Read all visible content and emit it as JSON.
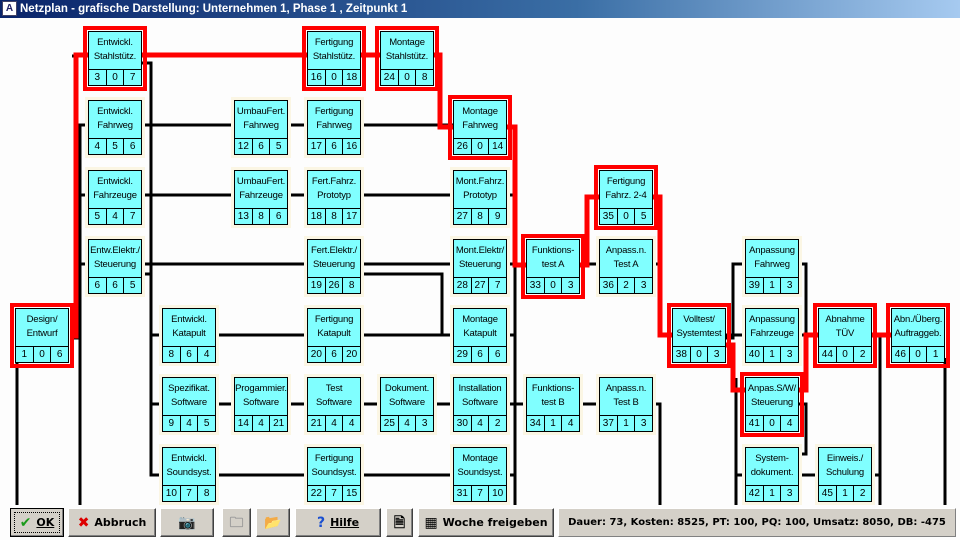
{
  "window": {
    "title": "Netzplan - grafische Darstellung: Unternehmen 1, Phase 1 , Zeitpunkt 1"
  },
  "nodes": [
    {
      "l1": "Entwickl.",
      "l2": "Stahlstütz.",
      "n": [
        3,
        0,
        7
      ],
      "critical": true
    },
    {
      "l1": "Fertigung",
      "l2": "Stahlstütz.",
      "n": [
        16,
        0,
        18
      ],
      "critical": true
    },
    {
      "l1": "Montage",
      "l2": "Stahlstütz.",
      "n": [
        24,
        0,
        8
      ],
      "critical": true
    },
    {
      "l1": "Entwickl.",
      "l2": "Fahrweg",
      "n": [
        4,
        5,
        6
      ],
      "critical": false
    },
    {
      "l1": "UmbauFert.",
      "l2": "Fahrweg",
      "n": [
        12,
        6,
        5
      ],
      "critical": false
    },
    {
      "l1": "Fertigung",
      "l2": "Fahrweg",
      "n": [
        17,
        6,
        16
      ],
      "critical": false
    },
    {
      "l1": "Montage",
      "l2": "Fahrweg",
      "n": [
        26,
        0,
        14
      ],
      "critical": true
    },
    {
      "l1": "Entwickl.",
      "l2": "Fahrzeuge",
      "n": [
        5,
        4,
        7
      ],
      "critical": false
    },
    {
      "l1": "UmbauFert.",
      "l2": "Fahrzeuge",
      "n": [
        13,
        8,
        6
      ],
      "critical": false
    },
    {
      "l1": "Fert.Fahrz.",
      "l2": "Prototyp",
      "n": [
        18,
        8,
        17
      ],
      "critical": false
    },
    {
      "l1": "Mont.Fahrz.",
      "l2": "Prototyp",
      "n": [
        27,
        8,
        9
      ],
      "critical": false
    },
    {
      "l1": "Fertigung",
      "l2": "Fahrz. 2-4",
      "n": [
        35,
        0,
        5
      ],
      "critical": true
    },
    {
      "l1": "Entw.Elektr./",
      "l2": "Steuerung",
      "n": [
        6,
        6,
        5
      ],
      "critical": false
    },
    {
      "l1": "Fert.Elektr./",
      "l2": "Steuerung",
      "n": [
        19,
        26,
        8
      ],
      "critical": false
    },
    {
      "l1": "Mont.Elektr/",
      "l2": "Steuerung",
      "n": [
        28,
        27,
        7
      ],
      "critical": false
    },
    {
      "l1": "Funktions-",
      "l2": "test A",
      "n": [
        33,
        0,
        3
      ],
      "critical": true
    },
    {
      "l1": "Anpass.n.",
      "l2": "Test A",
      "n": [
        36,
        2,
        3
      ],
      "critical": false
    },
    {
      "l1": "Anpassung",
      "l2": "Fahrweg",
      "n": [
        39,
        1,
        3
      ],
      "critical": false
    },
    {
      "l1": "Design/",
      "l2": "Entwurf",
      "n": [
        1,
        0,
        6
      ],
      "critical": true
    },
    {
      "l1": "Entwickl.",
      "l2": "Katapult",
      "n": [
        8,
        6,
        4
      ],
      "critical": false
    },
    {
      "l1": "Fertigung",
      "l2": "Katapult",
      "n": [
        20,
        6,
        20
      ],
      "critical": false
    },
    {
      "l1": "Montage",
      "l2": "Katapult",
      "n": [
        29,
        6,
        6
      ],
      "critical": false
    },
    {
      "l1": "Volltest/",
      "l2": "Systemtest",
      "n": [
        38,
        0,
        3
      ],
      "critical": true
    },
    {
      "l1": "Anpassung",
      "l2": "Fahrzeuge",
      "n": [
        40,
        1,
        3
      ],
      "critical": false
    },
    {
      "l1": "Abnahme",
      "l2": "TÜV",
      "n": [
        44,
        0,
        2
      ],
      "critical": true
    },
    {
      "l1": "Abn./Überg.",
      "l2": "Auftraggeb.",
      "n": [
        46,
        0,
        1
      ],
      "critical": true
    },
    {
      "l1": "Spezifikat.",
      "l2": "Software",
      "n": [
        9,
        4,
        5
      ],
      "critical": false
    },
    {
      "l1": "Progammier.",
      "l2": "Software",
      "n": [
        14,
        4,
        21
      ],
      "critical": false
    },
    {
      "l1": "Test",
      "l2": "Software",
      "n": [
        21,
        4,
        4
      ],
      "critical": false
    },
    {
      "l1": "Dokument.",
      "l2": "Software",
      "n": [
        25,
        4,
        3
      ],
      "critical": false
    },
    {
      "l1": "Installation",
      "l2": "Software",
      "n": [
        30,
        4,
        2
      ],
      "critical": false
    },
    {
      "l1": "Funktions-",
      "l2": "test B",
      "n": [
        34,
        1,
        4
      ],
      "critical": false
    },
    {
      "l1": "Anpass.n.",
      "l2": "Test B",
      "n": [
        37,
        1,
        3
      ],
      "critical": false
    },
    {
      "l1": "Anpas.S/W/",
      "l2": "Steuerung",
      "n": [
        41,
        0,
        4
      ],
      "critical": true
    },
    {
      "l1": "Entwickl.",
      "l2": "Soundsyst.",
      "n": [
        10,
        7,
        8
      ],
      "critical": false
    },
    {
      "l1": "Fertigung",
      "l2": "Soundsyst.",
      "n": [
        22,
        7,
        15
      ],
      "critical": false
    },
    {
      "l1": "Montage",
      "l2": "Soundsyst.",
      "n": [
        31,
        7,
        10
      ],
      "critical": false
    },
    {
      "l1": "System-",
      "l2": "dokument.",
      "n": [
        42,
        1,
        3
      ],
      "critical": false
    },
    {
      "l1": "Einweis./",
      "l2": "Schulung",
      "n": [
        45,
        1,
        2
      ],
      "critical": false
    }
  ],
  "toolbar": {
    "ok": "OK",
    "cancel": "Abbruch",
    "help": "Hilfe",
    "release_week": "Woche freigeben",
    "status": "Dauer: 73,  Kosten: 8525,  PT: 100,  PQ: 100,  Umsatz: 8050,  DB: -475"
  },
  "colors": {
    "node": "#80ffff",
    "critical": "#ff0000",
    "titlebar": "#0a246a"
  }
}
